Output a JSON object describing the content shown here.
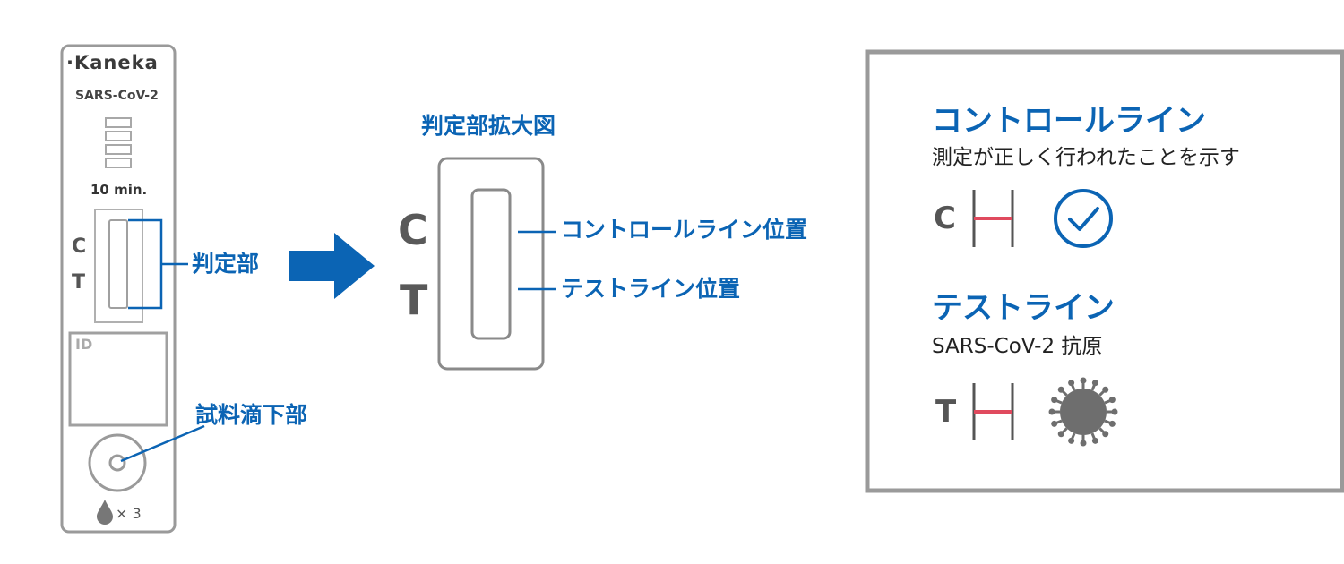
{
  "device": {
    "brand": "·Kaneka",
    "model": "SARS-CoV-2",
    "timer": "10 min.",
    "c_label": "C",
    "t_label": "T",
    "id_label": "ID",
    "drops": "× 3"
  },
  "callouts": {
    "judgement": "判定部",
    "sample": "試料滴下部"
  },
  "zoom": {
    "title": "判定部拡大図",
    "c_label": "C",
    "t_label": "T",
    "control_position": "コントロールライン位置",
    "test_position": "テストライン位置"
  },
  "legend": {
    "control_title": "コントロールライン",
    "control_desc": "測定が正しく行われたことを示す",
    "c_label": "C",
    "test_title": "テストライン",
    "test_desc": "SARS-CoV-2 抗原",
    "t_label": "T"
  },
  "colors": {
    "accent": "#0b64b4",
    "outline": "#9a9a9a",
    "positive_line": "#e04a5e",
    "text_dark": "#222222",
    "virus": "#6e6e6e"
  },
  "icons": {
    "arrow": "right-arrow-icon",
    "check": "check-circle-icon",
    "virus": "virus-icon",
    "drop": "droplet-icon"
  }
}
